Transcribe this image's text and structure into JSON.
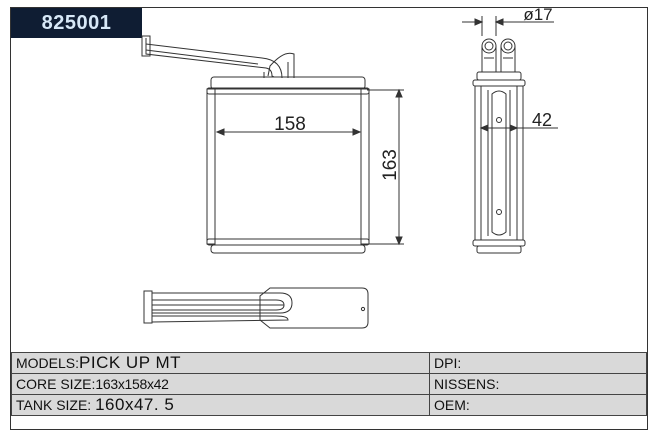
{
  "part_number": "825001",
  "dimensions": {
    "core_width": "158",
    "core_height": "163",
    "pipe_diameter": "ø17",
    "core_depth": "42"
  },
  "specs": {
    "models": {
      "label": "MODELS:",
      "value": "PICK UP MT"
    },
    "core_size": {
      "label": "CORE SIZE:",
      "value": "163x158x42"
    },
    "tank_size": {
      "label": "TANK SIZE: ",
      "value": "160x47. 5"
    },
    "dpi": {
      "label": "DPI:"
    },
    "nissens": {
      "label": "NISSENS:"
    },
    "oem": {
      "label": "OEM:"
    }
  }
}
